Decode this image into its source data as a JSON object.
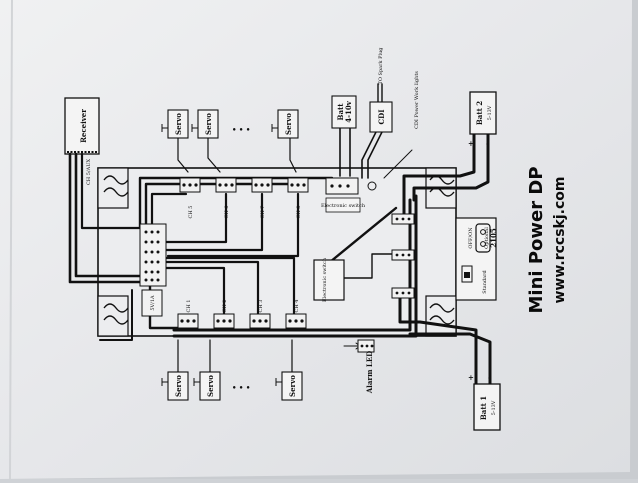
{
  "diagram": {
    "receiver": "Receiver",
    "ch5_aux": "CH 5/AUX",
    "servo": "Servo",
    "dots": "• • •",
    "batt_ignition": "Batt",
    "batt_ignition_voltage": "4-10v",
    "cdi": "CDI",
    "to_spark_plug": "TO Spark Plug",
    "cdi_power_work_lights": "CDI Power Work lights",
    "batt2": "Batt 2",
    "batt2_voltage": "5-13V",
    "batt1": "Batt 1",
    "batt1_voltage": "5-13V",
    "ch_top": [
      "CH 5",
      "CH 6",
      "CH 7",
      "CH 8"
    ],
    "ch_bottom": [
      "CH 1",
      "CH 2",
      "CH 3",
      "CH 4"
    ],
    "five_v_1a": "5V/1A",
    "electronic_switch": "Electronic switch",
    "electronic_switch_small": "Electronic switch",
    "alarm_led": "Alarm LED",
    "off_on": "OFF/ON",
    "standard": "Standard",
    "switch_sub": "Optional",
    "switch_model": "2105",
    "product_name": "Mini Power DP",
    "website": "www.rccskj.com",
    "plus": "+",
    "minus": "-"
  },
  "colors": {
    "paper": "#e9eaec",
    "ink": "#111111",
    "background": "#cfd2d6"
  }
}
